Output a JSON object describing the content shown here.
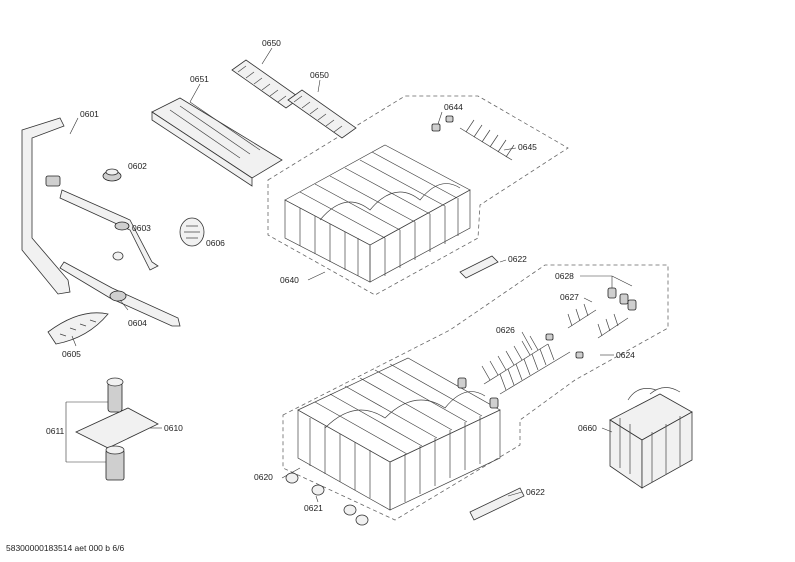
{
  "labels": {
    "p0650a": "0650",
    "p0650b": "0650",
    "p0651": "0651",
    "p0601": "0601",
    "p0602": "0602",
    "p0603": "0603",
    "p0604": "0604",
    "p0605": "0605",
    "p0606": "0606",
    "p0640": "0640",
    "p0644": "0644",
    "p0645": "0645",
    "p0622a": "0622",
    "p0622b": "0622",
    "p0628": "0628",
    "p0627": "0627",
    "p0626": "0626",
    "p0624": "0624",
    "p0611": "0611",
    "p0610": "0610",
    "p0620": "0620",
    "p0621": "0621",
    "p0660": "0660"
  },
  "footer": "58300000183514 aet 000 b 6/6"
}
